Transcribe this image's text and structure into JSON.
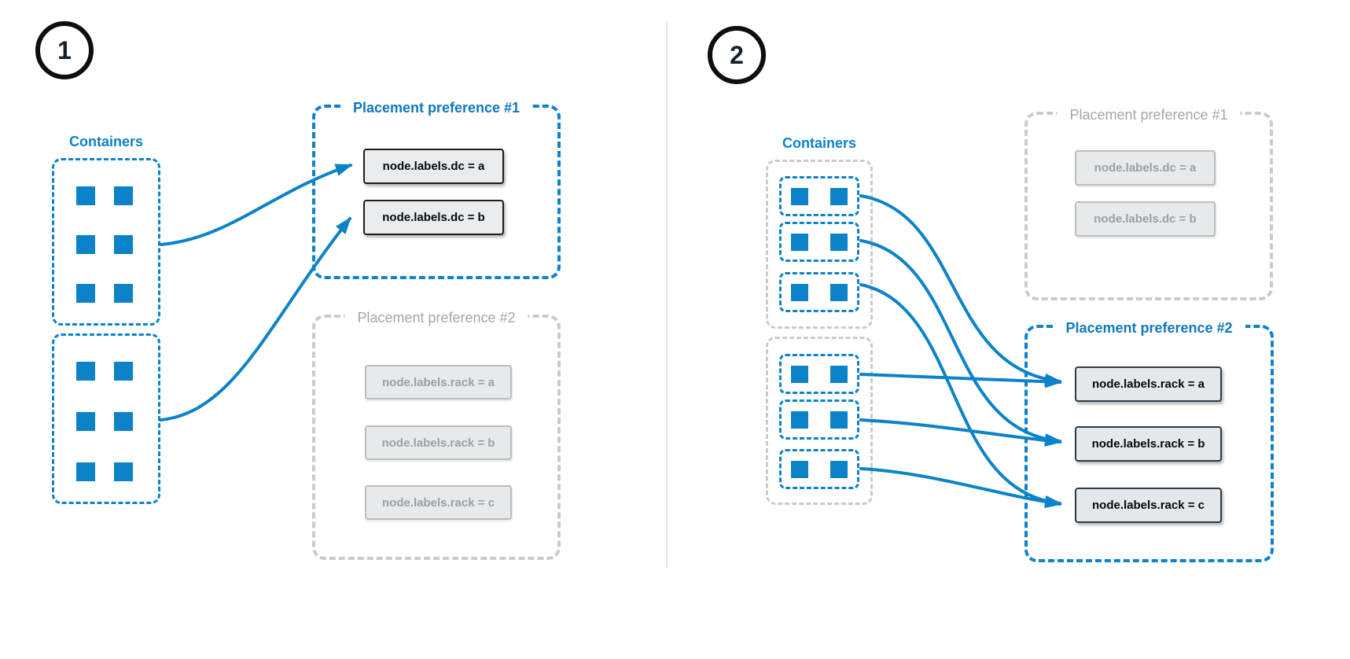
{
  "colors": {
    "accent_blue": "#0c82c8",
    "inactive_gray_dash": "#c8cbce",
    "inactive_gray_text": "#a2a7ac",
    "active_label_bg": "#e9ebed",
    "inactive_label_bg": "#e7e9eb",
    "badge_ring": "#0e0e0e"
  },
  "panels": [
    {
      "badge": "1",
      "containers_label": "Containers",
      "container_groups": [
        {
          "squares": 6
        },
        {
          "squares": 6
        }
      ],
      "preferences": [
        {
          "title": "Placement preference #1",
          "state": "active",
          "items": [
            "node.labels.dc = a",
            "node.labels.dc = b"
          ]
        },
        {
          "title": "Placement preference #2",
          "state": "inactive",
          "items": [
            "node.labels.rack = a",
            "node.labels.rack = b",
            "node.labels.rack = c"
          ]
        }
      ]
    },
    {
      "badge": "2",
      "containers_label": "Containers",
      "container_groups": [
        {
          "sub_boxes": 3,
          "squares_per_box": 2
        },
        {
          "sub_boxes": 3,
          "squares_per_box": 2
        }
      ],
      "preferences": [
        {
          "title": "Placement preference #1",
          "state": "inactive",
          "items": [
            "node.labels.dc = a",
            "node.labels.dc = b"
          ]
        },
        {
          "title": "Placement preference #2",
          "state": "active",
          "items": [
            "node.labels.rack = a",
            "node.labels.rack = b",
            "node.labels.rack = c"
          ]
        }
      ]
    }
  ],
  "arrows": [
    {
      "panel": "1",
      "from": "container-group-1",
      "to": "node.labels.dc = a"
    },
    {
      "panel": "1",
      "from": "container-group-2",
      "to": "node.labels.dc = b"
    },
    {
      "panel": "2",
      "from": "container-box-1",
      "to": "node.labels.rack = a"
    },
    {
      "panel": "2",
      "from": "container-box-2",
      "to": "node.labels.rack = b"
    },
    {
      "panel": "2",
      "from": "container-box-3",
      "to": "node.labels.rack = c"
    },
    {
      "panel": "2",
      "from": "container-box-4",
      "to": "node.labels.rack = a"
    },
    {
      "panel": "2",
      "from": "container-box-5",
      "to": "node.labels.rack = b"
    },
    {
      "panel": "2",
      "from": "container-box-6",
      "to": "node.labels.rack = c"
    }
  ]
}
